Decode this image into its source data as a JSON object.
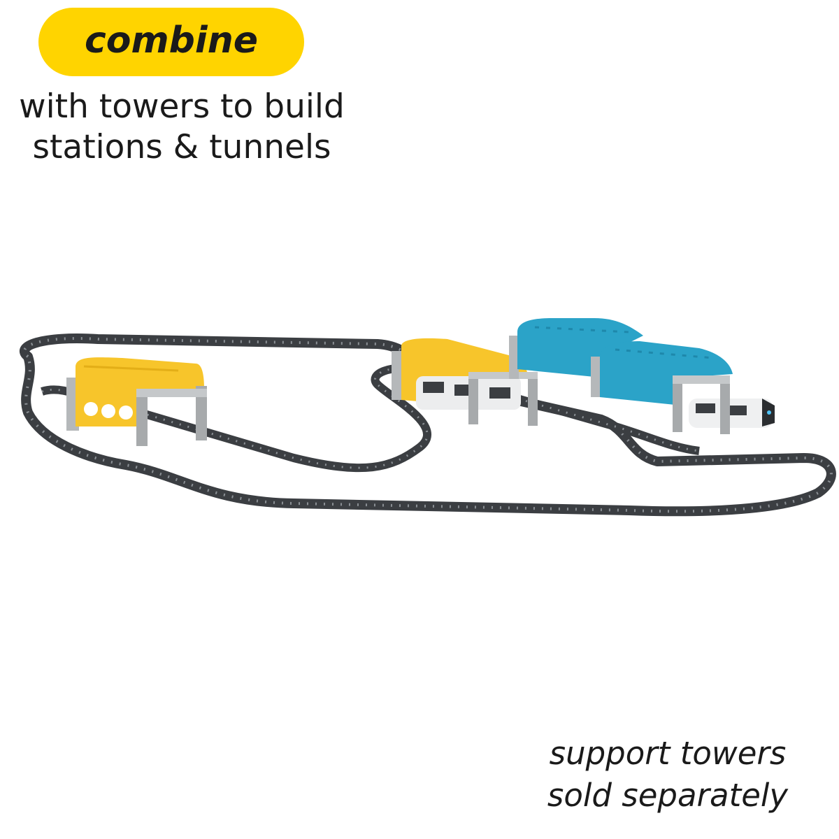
{
  "badge": {
    "label": "combine"
  },
  "headline": {
    "line1": "with towers to build",
    "line2": "stations & tunnels"
  },
  "footnote": {
    "line1": "support towers",
    "line2": "sold separately"
  },
  "colors": {
    "badge_yellow": "#FFD400",
    "station_yellow": "#F7C52B",
    "tunnel_blue": "#2BA3C8",
    "track_dark": "#3B3E42",
    "tower_gray": "#B5B8BA"
  }
}
